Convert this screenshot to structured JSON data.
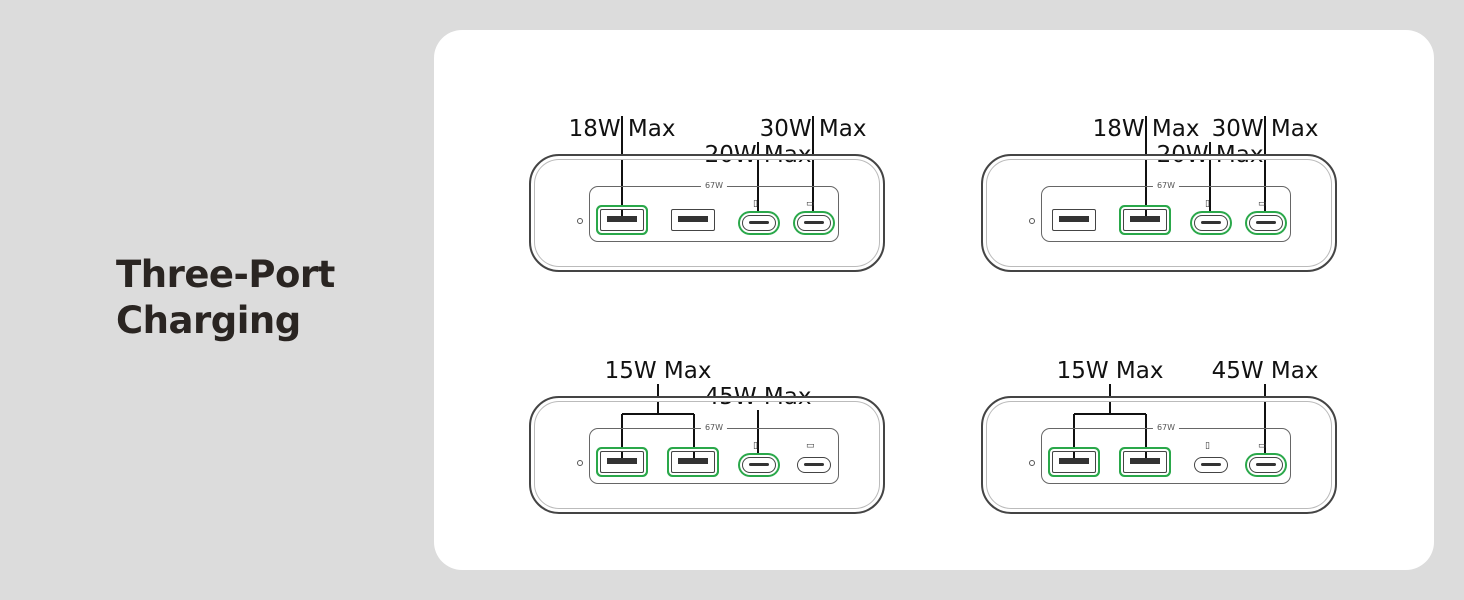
{
  "heading": {
    "line1": "Three-Port",
    "line2": "Charging"
  },
  "plate_label": "67W",
  "icons": {
    "phone": "phone-icon",
    "laptop": "laptop-icon"
  },
  "accent": "#2aa84a",
  "panels": [
    {
      "labels": {
        "a": "18W Max",
        "b": "20W Max",
        "c": "30W Max"
      },
      "active_ports": [
        "A1",
        "C1",
        "C2"
      ]
    },
    {
      "labels": {
        "a": "18W Max",
        "b": "20W Max",
        "c": "30W Max"
      },
      "active_ports": [
        "A2",
        "C1",
        "C2"
      ]
    },
    {
      "labels": {
        "a": "15W Max",
        "b": "45W Max"
      },
      "active_ports": [
        "A1",
        "A2",
        "C1"
      ]
    },
    {
      "labels": {
        "a": "15W Max",
        "b": "45W Max"
      },
      "active_ports": [
        "A1",
        "A2",
        "C2"
      ]
    }
  ]
}
